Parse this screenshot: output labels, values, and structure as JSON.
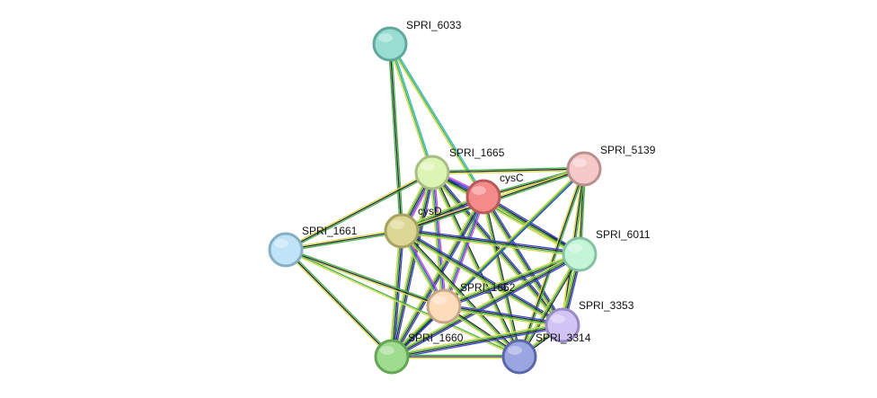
{
  "network": {
    "nodes": [
      {
        "id": "SPRI_6033",
        "label": "SPRI_6033",
        "color": "#99ddd2",
        "stroke": "#5fa89b"
      },
      {
        "id": "SPRI_1665",
        "label": "SPRI_1665",
        "color": "#ddf5b4",
        "stroke": "#a7bd82"
      },
      {
        "id": "cysC",
        "label": "cysC",
        "color": "#f48a8a",
        "stroke": "#b85a5a"
      },
      {
        "id": "SPRI_5139",
        "label": "SPRI_5139",
        "color": "#f6c9c9",
        "stroke": "#bb8f8f"
      },
      {
        "id": "cysD",
        "label": "cysD",
        "color": "#dcd894",
        "stroke": "#a6a260"
      },
      {
        "id": "SPRI_1661",
        "label": "SPRI_1661",
        "color": "#bfe3f7",
        "stroke": "#86aec4"
      },
      {
        "id": "SPRI_6011",
        "label": "SPRI_6011",
        "color": "#c3f5d8",
        "stroke": "#88c2a2"
      },
      {
        "id": "SPRI_1662",
        "label": "SPRI_1662",
        "color": "#fddcbc",
        "stroke": "#c6a686"
      },
      {
        "id": "SPRI_3353",
        "label": "SPRI_3353",
        "color": "#d2c3f5",
        "stroke": "#9a8ac4"
      },
      {
        "id": "SPRI_1660",
        "label": "SPRI_1660",
        "color": "#9edb8e",
        "stroke": "#64a655"
      },
      {
        "id": "SPRI_3314",
        "label": "SPRI_3314",
        "color": "#9aa6e2",
        "stroke": "#5a67a8"
      }
    ],
    "edges": [
      {
        "from": "SPRI_6033",
        "to": "SPRI_1665",
        "colors": [
          "#30b7c9",
          "#44b04a",
          "#d3d94c"
        ]
      },
      {
        "from": "SPRI_6033",
        "to": "cysD",
        "colors": [
          "#44b04a",
          "#2a2a2a",
          "#44b04a"
        ]
      },
      {
        "from": "SPRI_6033",
        "to": "cysC",
        "colors": [
          "#30b7c9",
          "#44b04a",
          "#d3d94c"
        ]
      },
      {
        "from": "SPRI_1665",
        "to": "cysC",
        "colors": [
          "#d94ad4",
          "#3a48d6",
          "#2a2a2a",
          "#44b04a",
          "#d3d94c"
        ]
      },
      {
        "from": "SPRI_1665",
        "to": "SPRI_5139",
        "colors": [
          "#44b04a",
          "#2a2a2a",
          "#d3d94c"
        ]
      },
      {
        "from": "SPRI_1665",
        "to": "cysD",
        "colors": [
          "#d94ad4",
          "#3a48d6",
          "#2a2a2a",
          "#44b04a",
          "#d3d94c"
        ]
      },
      {
        "from": "SPRI_1665",
        "to": "SPRI_1661",
        "colors": [
          "#44b04a",
          "#2a2a2a",
          "#d3d94c"
        ]
      },
      {
        "from": "SPRI_1665",
        "to": "SPRI_6011",
        "colors": [
          "#3a48d6",
          "#2a2a2a",
          "#44b04a",
          "#d3d94c"
        ]
      },
      {
        "from": "SPRI_1665",
        "to": "SPRI_1662",
        "colors": [
          "#d94ad4",
          "#3a48d6",
          "#44b04a",
          "#d3d94c"
        ]
      },
      {
        "from": "SPRI_1665",
        "to": "SPRI_3353",
        "colors": [
          "#3a48d6",
          "#2a2a2a",
          "#44b04a",
          "#d3d94c"
        ]
      },
      {
        "from": "SPRI_1665",
        "to": "SPRI_1660",
        "colors": [
          "#3a48d6",
          "#2a2a2a",
          "#44b04a",
          "#d3d94c"
        ]
      },
      {
        "from": "SPRI_1665",
        "to": "SPRI_3314",
        "colors": [
          "#2a2a2a",
          "#44b04a",
          "#d3d94c"
        ]
      },
      {
        "from": "cysC",
        "to": "SPRI_5139",
        "colors": [
          "#44b04a",
          "#2a2a2a",
          "#d3d94c"
        ]
      },
      {
        "from": "cysC",
        "to": "cysD",
        "colors": [
          "#d94ad4",
          "#3a48d6",
          "#2a2a2a",
          "#44b04a",
          "#d3d94c"
        ]
      },
      {
        "from": "cysC",
        "to": "SPRI_6011",
        "colors": [
          "#3a48d6",
          "#2a2a2a",
          "#44b04a",
          "#d3d94c"
        ]
      },
      {
        "from": "cysC",
        "to": "SPRI_1662",
        "colors": [
          "#d94ad4",
          "#3a48d6",
          "#44b04a",
          "#d3d94c"
        ]
      },
      {
        "from": "cysC",
        "to": "SPRI_3353",
        "colors": [
          "#3a48d6",
          "#2a2a2a",
          "#44b04a",
          "#d3d94c"
        ]
      },
      {
        "from": "cysC",
        "to": "SPRI_1660",
        "colors": [
          "#3a48d6",
          "#2a2a2a",
          "#44b04a",
          "#d3d94c"
        ]
      },
      {
        "from": "cysC",
        "to": "SPRI_3314",
        "colors": [
          "#2a2a2a",
          "#44b04a",
          "#d3d94c"
        ]
      },
      {
        "from": "SPRI_5139",
        "to": "cysD",
        "colors": [
          "#44b04a",
          "#2a2a2a",
          "#d3d94c"
        ]
      },
      {
        "from": "SPRI_5139",
        "to": "SPRI_6011",
        "colors": [
          "#44b04a",
          "#2a2a2a",
          "#d3d94c"
        ]
      },
      {
        "from": "SPRI_5139",
        "to": "SPRI_1662",
        "colors": [
          "#44b04a",
          "#2a2a2a",
          "#d3d94c"
        ]
      },
      {
        "from": "SPRI_5139",
        "to": "SPRI_3353",
        "colors": [
          "#44b04a",
          "#2a2a2a",
          "#d3d94c"
        ]
      },
      {
        "from": "SPRI_5139",
        "to": "SPRI_1660",
        "colors": [
          "#3a48d6",
          "#44b04a",
          "#d3d94c"
        ]
      },
      {
        "from": "SPRI_5139",
        "to": "SPRI_3314",
        "colors": [
          "#44b04a",
          "#2a2a2a",
          "#d3d94c"
        ]
      },
      {
        "from": "cysD",
        "to": "SPRI_1661",
        "colors": [
          "#44b04a",
          "#2a2a2a",
          "#d3d94c"
        ]
      },
      {
        "from": "cysD",
        "to": "SPRI_6011",
        "colors": [
          "#3a48d6",
          "#2a2a2a",
          "#44b04a",
          "#d3d94c"
        ]
      },
      {
        "from": "cysD",
        "to": "SPRI_1662",
        "colors": [
          "#d94ad4",
          "#3a48d6",
          "#44b04a",
          "#d3d94c"
        ]
      },
      {
        "from": "cysD",
        "to": "SPRI_3353",
        "colors": [
          "#3a48d6",
          "#2a2a2a",
          "#44b04a",
          "#d3d94c"
        ]
      },
      {
        "from": "cysD",
        "to": "SPRI_1660",
        "colors": [
          "#3a48d6",
          "#2a2a2a",
          "#44b04a",
          "#d3d94c"
        ]
      },
      {
        "from": "cysD",
        "to": "SPRI_3314",
        "colors": [
          "#2a2a2a",
          "#44b04a",
          "#d3d94c"
        ]
      },
      {
        "from": "SPRI_1661",
        "to": "SPRI_1660",
        "colors": [
          "#44b04a",
          "#2a2a2a",
          "#d3d94c"
        ]
      },
      {
        "from": "SPRI_1661",
        "to": "SPRI_1662",
        "colors": [
          "#44b04a",
          "#2a2a2a",
          "#d3d94c"
        ]
      },
      {
        "from": "SPRI_1661",
        "to": "SPRI_3314",
        "colors": [
          "#44b04a",
          "#d3d94c"
        ]
      },
      {
        "from": "SPRI_6011",
        "to": "SPRI_1662",
        "colors": [
          "#3a48d6",
          "#2a2a2a",
          "#44b04a",
          "#d3d94c"
        ]
      },
      {
        "from": "SPRI_6011",
        "to": "SPRI_3353",
        "colors": [
          "#3a48d6",
          "#2a2a2a",
          "#44b04a",
          "#d3d94c"
        ]
      },
      {
        "from": "SPRI_6011",
        "to": "SPRI_1660",
        "colors": [
          "#3a48d6",
          "#2a2a2a",
          "#44b04a",
          "#d3d94c"
        ]
      },
      {
        "from": "SPRI_6011",
        "to": "SPRI_3314",
        "colors": [
          "#2a2a2a",
          "#44b04a",
          "#d3d94c"
        ]
      },
      {
        "from": "SPRI_1662",
        "to": "SPRI_3353",
        "colors": [
          "#3a48d6",
          "#2a2a2a",
          "#44b04a",
          "#d3d94c"
        ]
      },
      {
        "from": "SPRI_1662",
        "to": "SPRI_1660",
        "colors": [
          "#3a48d6",
          "#2a2a2a",
          "#44b04a",
          "#d3d94c"
        ]
      },
      {
        "from": "SPRI_1662",
        "to": "SPRI_3314",
        "colors": [
          "#2a2a2a",
          "#44b04a",
          "#d3d94c"
        ]
      },
      {
        "from": "SPRI_3353",
        "to": "SPRI_1660",
        "colors": [
          "#3a48d6",
          "#2a2a2a",
          "#44b04a",
          "#d3d94c"
        ]
      },
      {
        "from": "SPRI_3353",
        "to": "SPRI_3314",
        "colors": [
          "#2a2a2a",
          "#44b04a",
          "#d3d94c"
        ]
      },
      {
        "from": "SPRI_1660",
        "to": "SPRI_3314",
        "colors": [
          "#44b04a",
          "#2a2a2a",
          "#d3d94c"
        ]
      }
    ]
  }
}
